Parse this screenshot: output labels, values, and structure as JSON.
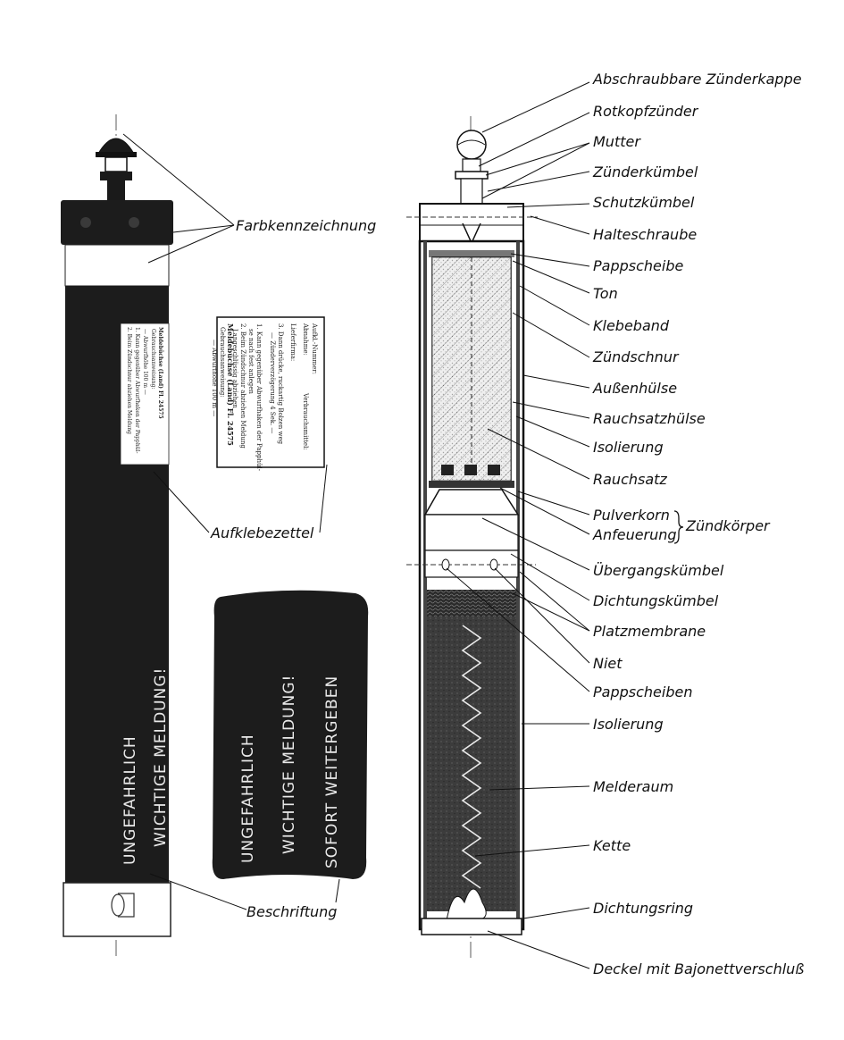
{
  "labels": {
    "farbkennzeichnung": "Farbkennzeichnung",
    "aufklebezettel": "Aufklebezettel",
    "beschriftung": "Beschriftung",
    "zuenderkappe": "Abschraubbare Zünderkappe",
    "rotkopfzuender": "Rotkopfzünder",
    "mutter": "Mutter",
    "zuenderkuembel": "Zünderkümbel",
    "schutzkuembel": "Schutzkümbel",
    "halteschraube": "Halteschraube",
    "pappscheibe": "Pappscheibe",
    "ton": "Ton",
    "klebeband": "Klebeband",
    "zuendschnur": "Zündschnur",
    "aussenhuelse": "Außenhülse",
    "rauchsatzhuelse": "Rauchsatzhülse",
    "isolierung_top": "Isolierung",
    "rauchsatz": "Rauchsatz",
    "pulverkorn": "Pulverkorn",
    "anfeuerung": "Anfeuerung",
    "zuendkoerper": "Zündkörper",
    "uebergangskuembel": "Übergangskümbel",
    "dichtungskuembel": "Dichtungskümbel",
    "platzmembrane": "Platzmembrane",
    "niet": "Niet",
    "pappscheiben": "Pappscheiben",
    "isolierung_bottom": "Isolierung",
    "melderaum": "Melderaum",
    "kette": "Kette",
    "dichtungsring": "Dichtungsring",
    "deckel": "Deckel mit Bajonettverschluß"
  },
  "tube_text": {
    "line1": "UNGEFAHRLICH",
    "line2": "WICHTIGE MELDUNG!"
  },
  "patch_text": {
    "line1": "UNGEFAHRLICH",
    "line2": "WICHTIGE MELDUNG!",
    "line3": "SOFORT WEITERGEBEN"
  },
  "sticker": {
    "title": "Meldebüchse (Land) Fl. 24575",
    "subtitle": "Gebrauchsanweisung:",
    "line_a": "— Abwurfhöhe 100 m —",
    "line_b": "1. Kann gegenüber Abwurfhaken der Papphül-",
    "line_c": "   se nach fest anlegen",
    "line_d": "2. Beim Zündschnur abziehen Meldung",
    "line_e": "   Langeschlüssig abziehen",
    "line_f": "3. Dann drücke, ruckartig Bolzen weg",
    "line_g": "   — Zünderverzögerung 4 Sek. —",
    "line_h": "Lieferfirma:",
    "line_i": "Abnahme:",
    "line_j": "Aufkl.-Nummer:",
    "line_k": "Verbrauchsmittel:"
  },
  "colors": {
    "ink": "#111111",
    "tube_dark": "#1c1c1c",
    "cutaway_fill": "#3a3a3a"
  }
}
